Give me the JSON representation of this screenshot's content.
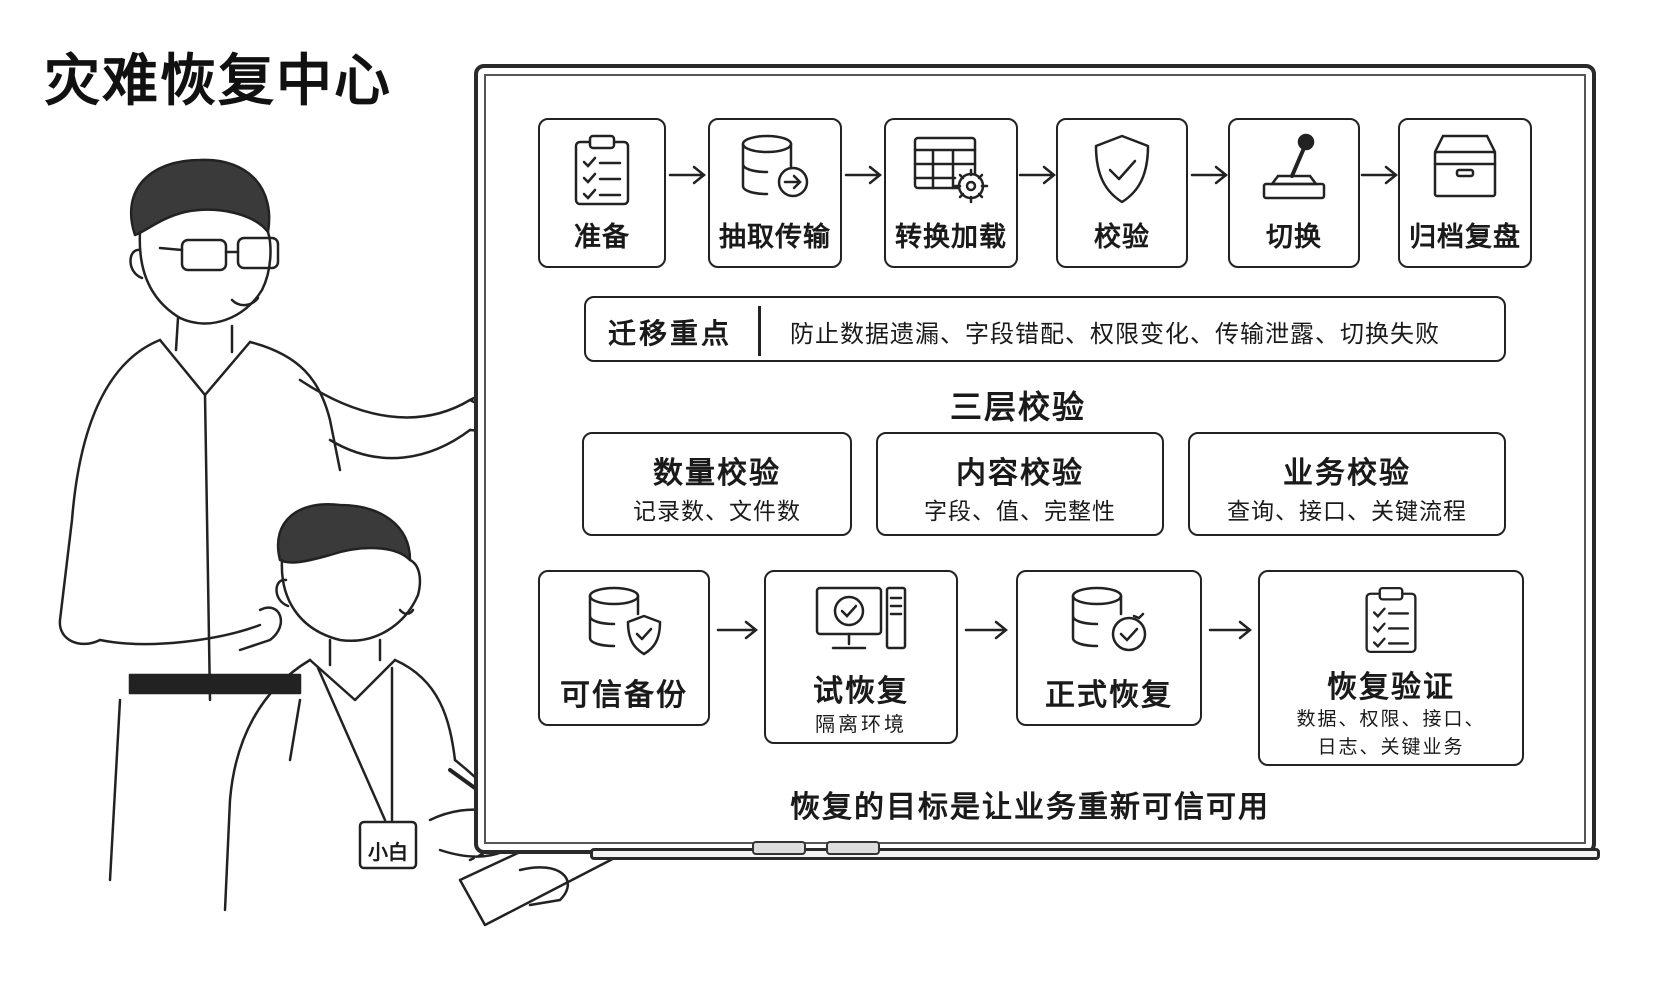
{
  "title": "灾难恢复中心",
  "badge": "小白",
  "migration_steps": [
    {
      "label": "准备",
      "icon": "clipboard-checklist-icon"
    },
    {
      "label": "抽取传输",
      "icon": "database-export-icon"
    },
    {
      "label": "转换加载",
      "icon": "table-gear-icon"
    },
    {
      "label": "校验",
      "icon": "shield-check-icon"
    },
    {
      "label": "切换",
      "icon": "lever-switch-icon"
    },
    {
      "label": "归档复盘",
      "icon": "archive-box-icon"
    }
  ],
  "focus": {
    "label": "迁移重点",
    "text": "防止数据遗漏、字段错配、权限变化、传输泄露、切换失败"
  },
  "checks_title": "三层校验",
  "checks": [
    {
      "title": "数量校验",
      "desc": "记录数、文件数"
    },
    {
      "title": "内容校验",
      "desc": "字段、值、完整性"
    },
    {
      "title": "业务校验",
      "desc": "查询、接口、关键流程"
    }
  ],
  "recovery_steps": [
    {
      "label": "可信备份",
      "sub": "",
      "icon": "database-shield-icon"
    },
    {
      "label": "试恢复",
      "sub": "隔离环境",
      "icon": "computer-check-icon"
    },
    {
      "label": "正式恢复",
      "sub": "",
      "icon": "database-restore-icon"
    },
    {
      "label": "恢复验证",
      "sub": "数据、权限、接口、",
      "sub2": "日志、关键业务",
      "icon": "clipboard-checklist-icon"
    }
  ],
  "goal": "恢复的目标是让业务重新可信可用"
}
